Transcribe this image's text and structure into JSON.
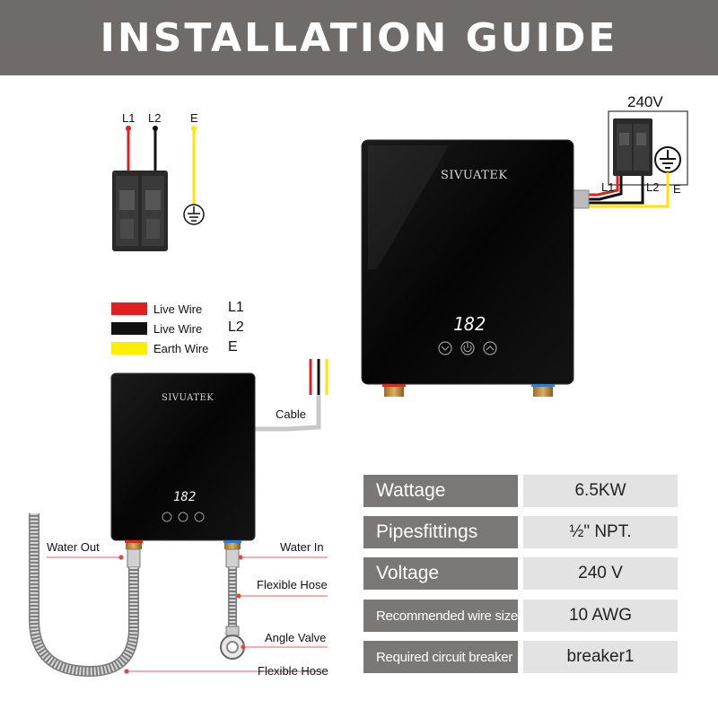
{
  "header": {
    "title": "INSTALLATION GUIDE"
  },
  "breaker_diagram": {
    "wire_labels": [
      "L1",
      "L2",
      "E"
    ]
  },
  "legend": [
    {
      "label": "Live Wire",
      "code": "L1",
      "color": "#e02020"
    },
    {
      "label": "Live Wire",
      "code": "L2",
      "color": "#111111"
    },
    {
      "label": "Earth Wire",
      "code": "E",
      "color": "#ffee00"
    }
  ],
  "heater_large": {
    "brand": "SIVUATEK",
    "display": "182"
  },
  "heater_small": {
    "brand": "SIVUATEK",
    "display": "182"
  },
  "panel": {
    "voltage": "240V",
    "wire_labels": [
      "L1",
      "L2",
      "E"
    ]
  },
  "callouts": {
    "cable": "Cable",
    "water_out": "Water Out",
    "water_in": "Water In",
    "flexible_hose_1": "Flexible Hose",
    "angle_valve": "Angle Valve",
    "flexible_hose_2": "Flexible Hose"
  },
  "specs": [
    {
      "label": "Wattage",
      "value": "6.5KW"
    },
    {
      "label": "Pipesfittings",
      "value": "½\" NPT."
    },
    {
      "label": "Voltage",
      "value": "240 V"
    },
    {
      "label": "Recommended wire size",
      "value": "10 AWG"
    },
    {
      "label": "Required circuit breaker",
      "value": "breaker1"
    }
  ],
  "colors": {
    "banner": "#6e6b69",
    "live_l1": "#e02020",
    "live_l2": "#111111",
    "earth": "#ffee00",
    "spec_label_bg": "#7a7876",
    "spec_value_bg": "#e3e3e3",
    "callout_line": "#e04040"
  }
}
